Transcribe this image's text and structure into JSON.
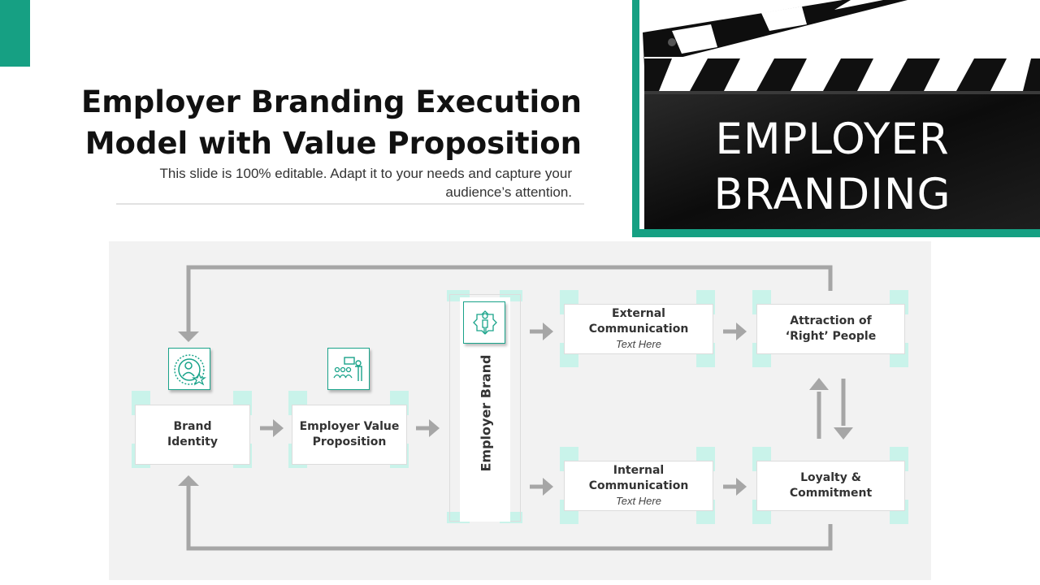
{
  "slide": {
    "title_line1": "Employer Branding  Execution",
    "title_line2": "Model with Value Proposition",
    "subtitle_line1": "This slide is 100% editable. Adapt it to your needs and capture your",
    "subtitle_line2": "audience’s attention."
  },
  "photo": {
    "text_line1": "EMPLOYER",
    "text_line2": "BRANDING"
  },
  "diagram": {
    "brand_identity": "Brand Identity",
    "employer_value_proposition": "Employer Value Proposition",
    "employer_brand": "Employer Brand",
    "external_communication": {
      "title": "External Communication",
      "text": "Text Here"
    },
    "internal_communication": {
      "title": "Internal Communication",
      "text": "Text Here"
    },
    "attraction": "Attraction of ‘Right’ People",
    "loyalty": "Loyalty & Commitment"
  },
  "icons": {
    "brand_identity": "user-badge-icon",
    "employer_value_proposition": "presentation-team-icon",
    "employer_brand": "person-award-icon"
  },
  "colors": {
    "accent": "#16a083",
    "corner_highlight": "#c9f3ea",
    "panel": "#f2f2f2",
    "arrow": "#a6a6a6"
  }
}
